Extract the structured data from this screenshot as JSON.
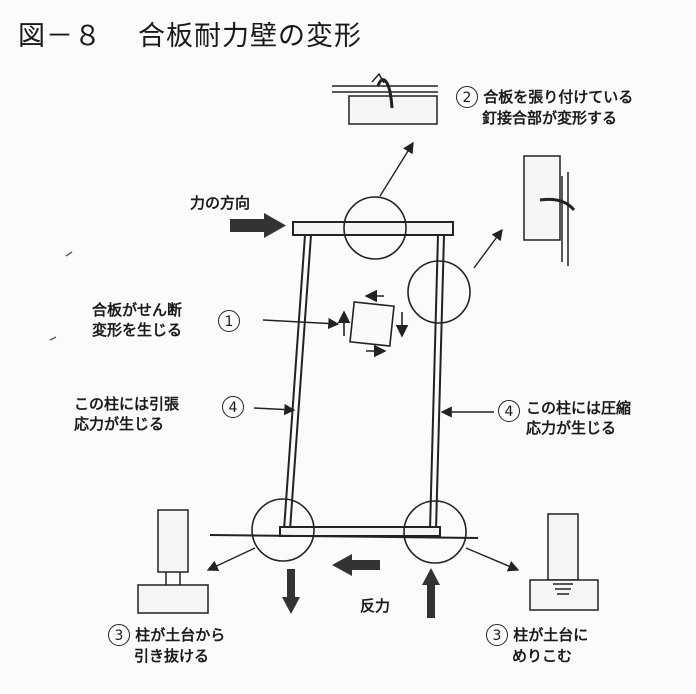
{
  "title": {
    "fig": "図－８",
    "text": "合板耐力壁の変形"
  },
  "labels": {
    "force_direction": "力の方向",
    "reaction": "反力",
    "nail": {
      "num": "2",
      "line1": "合板を張り付けている",
      "line2": "釘接合部が変形する"
    },
    "shear": {
      "num": "1",
      "line1": "合板がせん断",
      "line2": "変形を生じる"
    },
    "tension": {
      "num": "4",
      "line1": "この柱には引張",
      "line2": "応力が生じる"
    },
    "compression": {
      "num": "4",
      "line1": "この柱には圧縮",
      "line2": "応力が生じる"
    },
    "pullout": {
      "num": "3",
      "line1": "柱が土台から",
      "line2": "引き抜ける"
    },
    "embed": {
      "num": "3",
      "line1": "柱が土台に",
      "line2": "めりこむ"
    }
  }
}
